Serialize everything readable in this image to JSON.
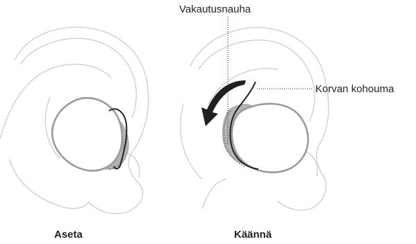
{
  "labels": {
    "stability_band": "Vakautusnauha",
    "ear_ridge": "Korvan kohouma",
    "step_insert": "Aseta",
    "step_rotate": "Käännä"
  },
  "colors": {
    "ear_outline": "#cfcfcf",
    "earbud_outline": "#9a9a9a",
    "earbud_shadow": "#b4b4b4",
    "band": "#231f20",
    "arrow": "#231f20",
    "text": "#231f20"
  }
}
